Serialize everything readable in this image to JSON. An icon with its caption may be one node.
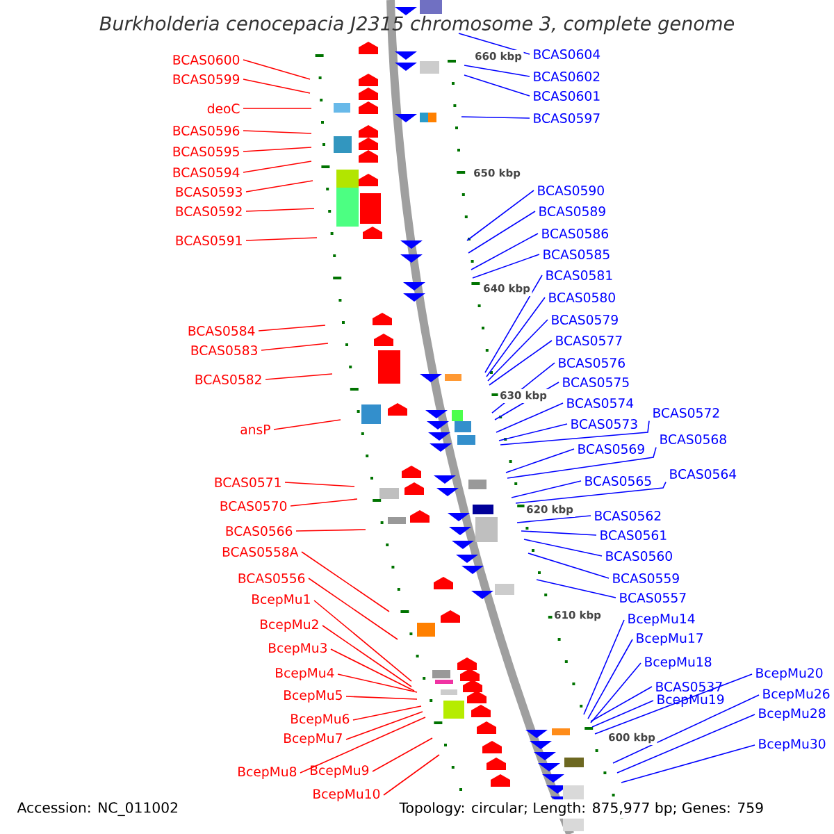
{
  "diagram": {
    "title": "Burkholderia cenocepacia J2315 chromosome 3, complete genome",
    "nodes": [
      {
        "text": [
          "BCAS0600"
        ]
      },
      {
        "text": [
          "BCAS0599"
        ]
      },
      {
        "text": [
          "deoC"
        ]
      },
      {
        "text": [
          "BCAS0596"
        ]
      },
      {
        "text": [
          "BCAS0595"
        ]
      },
      {
        "text": [
          "BCAS0594"
        ]
      },
      {
        "text": [
          "BCAS0593"
        ]
      },
      {
        "text": [
          "BCAS0592"
        ]
      },
      {
        "text": [
          "BCAS0591"
        ]
      },
      {
        "text": [
          "BCAS0584"
        ]
      },
      {
        "text": [
          "BCAS0583"
        ]
      },
      {
        "text": [
          "BCAS0582"
        ]
      },
      {
        "text": [
          "ansP"
        ]
      },
      {
        "text": [
          "BCAS0571"
        ]
      },
      {
        "text": [
          "BCAS0570"
        ]
      },
      {
        "text": [
          "BCAS0566"
        ]
      },
      {
        "text": [
          "BCAS0558A"
        ]
      },
      {
        "text": [
          "BCAS0556"
        ]
      },
      {
        "text": [
          "BcepMu1"
        ]
      },
      {
        "text": [
          "BcepMu2"
        ]
      },
      {
        "text": [
          "BcepMu3"
        ]
      },
      {
        "text": [
          "BcepMu4"
        ]
      },
      {
        "text": [
          "BcepMu5"
        ]
      },
      {
        "text": [
          "BcepMu6"
        ]
      },
      {
        "text": [
          "BcepMu7"
        ]
      },
      {
        "text": [
          "BcepMu8"
        ]
      },
      {
        "text": [
          "BcepMu9"
        ]
      },
      {
        "text": [
          "BcepMu10"
        ]
      },
      {
        "text": [
          "BCAS0604"
        ]
      },
      {
        "text": [
          "BCAS0602"
        ]
      },
      {
        "text": [
          "BCAS0601"
        ]
      },
      {
        "text": [
          "BCAS0597"
        ]
      },
      {
        "text": [
          "BCAS0590"
        ]
      },
      {
        "text": [
          "BCAS0589"
        ]
      },
      {
        "text": [
          "BCAS0586"
        ]
      },
      {
        "text": [
          "BCAS0585"
        ]
      },
      {
        "text": [
          "BCAS0581"
        ]
      },
      {
        "text": [
          "BCAS0580"
        ]
      },
      {
        "text": [
          "BCAS0579"
        ]
      },
      {
        "text": [
          "BCAS0577"
        ]
      },
      {
        "text": [
          "BCAS0576"
        ]
      },
      {
        "text": [
          "BCAS0575"
        ]
      },
      {
        "text": [
          "BCAS0574"
        ]
      },
      {
        "text": [
          "BCAS0573"
        ]
      },
      {
        "text": [
          "BCAS0572"
        ]
      },
      {
        "text": [
          "BCAS0569"
        ]
      },
      {
        "text": [
          "BCAS0568"
        ]
      },
      {
        "text": [
          "BCAS0565"
        ]
      },
      {
        "text": [
          "BCAS0564"
        ]
      },
      {
        "text": [
          "BCAS0562"
        ]
      },
      {
        "text": [
          "BCAS0561"
        ]
      },
      {
        "text": [
          "BCAS0560"
        ]
      },
      {
        "text": [
          "BCAS0559"
        ]
      },
      {
        "text": [
          "BCAS0557"
        ]
      },
      {
        "text": [
          "BcepMu14"
        ]
      },
      {
        "text": [
          "BcepMu17"
        ]
      },
      {
        "text": [
          "BcepMu18"
        ]
      },
      {
        "text": [
          "BCAS0537"
        ]
      },
      {
        "text": [
          "BcepMu19"
        ]
      },
      {
        "text": [
          "BcepMu20"
        ]
      },
      {
        "text": [
          "BcepMu26"
        ]
      },
      {
        "text": [
          "BcepMu28"
        ]
      },
      {
        "text": [
          "BcepMu30"
        ]
      }
    ],
    "edges": [
      {
        "from": 0,
        "to": null,
        "arrow": "none",
        "color": "#ff0000"
      },
      {
        "from": 1,
        "to": null,
        "arrow": "none",
        "color": "#ff0000"
      },
      {
        "from": 2,
        "to": null,
        "arrow": "none",
        "color": "#ff0000"
      },
      {
        "from": 3,
        "to": null,
        "arrow": "none",
        "color": "#ff0000"
      },
      {
        "from": 4,
        "to": null,
        "arrow": "none",
        "color": "#ff0000"
      },
      {
        "from": 5,
        "to": null,
        "arrow": "none",
        "color": "#ff0000"
      },
      {
        "from": 6,
        "to": null,
        "arrow": "none",
        "color": "#ff0000"
      },
      {
        "from": 7,
        "to": null,
        "arrow": "none",
        "color": "#ff0000"
      },
      {
        "from": 8,
        "to": null,
        "arrow": "none",
        "color": "#ff0000"
      },
      {
        "from": 9,
        "to": null,
        "arrow": "none",
        "color": "#ff0000"
      },
      {
        "from": 10,
        "to": null,
        "arrow": "none",
        "color": "#ff0000"
      },
      {
        "from": 11,
        "to": null,
        "arrow": "none",
        "color": "#ff0000"
      },
      {
        "from": 12,
        "to": null,
        "arrow": "none",
        "color": "#ff0000"
      },
      {
        "from": 13,
        "to": null,
        "arrow": "none",
        "color": "#ff0000"
      },
      {
        "from": 14,
        "to": null,
        "arrow": "none",
        "color": "#ff0000"
      },
      {
        "from": 15,
        "to": null,
        "arrow": "none",
        "color": "#ff0000"
      },
      {
        "from": 16,
        "to": null,
        "arrow": "none",
        "color": "#ff0000"
      },
      {
        "from": 17,
        "to": null,
        "arrow": "none",
        "color": "#ff0000"
      },
      {
        "from": 18,
        "to": null,
        "arrow": "none",
        "color": "#ff0000"
      },
      {
        "from": 19,
        "to": null,
        "arrow": "none",
        "color": "#ff0000"
      },
      {
        "from": 20,
        "to": null,
        "arrow": "none",
        "color": "#ff0000"
      },
      {
        "from": 21,
        "to": null,
        "arrow": "none",
        "color": "#ff0000"
      },
      {
        "from": 22,
        "to": null,
        "arrow": "none",
        "color": "#ff0000"
      },
      {
        "from": 23,
        "to": null,
        "arrow": "none",
        "color": "#ff0000"
      },
      {
        "from": 24,
        "to": null,
        "arrow": "none",
        "color": "#ff0000"
      },
      {
        "from": 25,
        "to": null,
        "arrow": "none",
        "color": "#ff0000"
      },
      {
        "from": 26,
        "to": null,
        "arrow": "none",
        "color": "#ff0000"
      },
      {
        "from": 27,
        "to": null,
        "arrow": "none",
        "color": "#ff0000"
      },
      {
        "from": 28,
        "to": null,
        "arrow": "none"
      },
      {
        "from": 29,
        "to": null,
        "arrow": "none"
      },
      {
        "from": 30,
        "to": null,
        "arrow": "none"
      },
      {
        "from": 31,
        "to": null,
        "arrow": "none"
      },
      {
        "from": 32,
        "to": null,
        "arrow": "none"
      },
      {
        "from": 33,
        "to": null,
        "arrow": "none"
      },
      {
        "from": 34,
        "to": null,
        "arrow": "none"
      },
      {
        "from": 35,
        "to": null,
        "arrow": "none"
      },
      {
        "from": 36,
        "to": null,
        "arrow": "none"
      },
      {
        "from": 37,
        "to": null,
        "arrow": "none"
      },
      {
        "from": 38,
        "to": null,
        "arrow": "none"
      },
      {
        "from": 39,
        "to": null,
        "arrow": "none"
      },
      {
        "from": 40,
        "to": null,
        "arrow": "none"
      },
      {
        "from": 41,
        "to": null,
        "arrow": "none"
      },
      {
        "from": 42,
        "to": null,
        "arrow": "none"
      },
      {
        "from": 43,
        "to": null,
        "arrow": "none"
      },
      {
        "from": 44,
        "to": null,
        "arrow": "none"
      },
      {
        "from": 45,
        "to": null,
        "arrow": "none"
      },
      {
        "from": 46,
        "to": null,
        "arrow": "none"
      },
      {
        "from": 47,
        "to": null,
        "arrow": "none"
      },
      {
        "from": 48,
        "to": null,
        "arrow": "none"
      },
      {
        "from": 49,
        "to": null,
        "arrow": "none"
      },
      {
        "from": 50,
        "to": null,
        "arrow": "none"
      },
      {
        "from": 51,
        "to": null,
        "arrow": "none"
      },
      {
        "from": 52,
        "to": null,
        "arrow": "none"
      },
      {
        "from": 53,
        "to": null,
        "arrow": "none"
      },
      {
        "from": 54,
        "to": null,
        "arrow": "none"
      },
      {
        "from": 55,
        "to": null,
        "arrow": "none"
      },
      {
        "from": 56,
        "to": null,
        "arrow": "none"
      },
      {
        "from": 57,
        "to": null,
        "arrow": "none"
      },
      {
        "from": 58,
        "to": null,
        "arrow": "none"
      },
      {
        "from": 59,
        "to": null,
        "arrow": "none"
      },
      {
        "from": 60,
        "to": null,
        "arrow": "none"
      },
      {
        "from": 61,
        "to": null,
        "arrow": "none"
      },
      {
        "from": 62,
        "to": null,
        "arrow": "none"
      }
    ],
    "labels": [
      "660 kbp",
      "650 kbp",
      "640 kbp",
      "630 kbp",
      "620 kbp",
      "610 kbp",
      "600 kbp",
      "Accession: NC_011002",
      "Topology: circular; Length: 875,977 bp; Genes: 759"
    ]
  }
}
